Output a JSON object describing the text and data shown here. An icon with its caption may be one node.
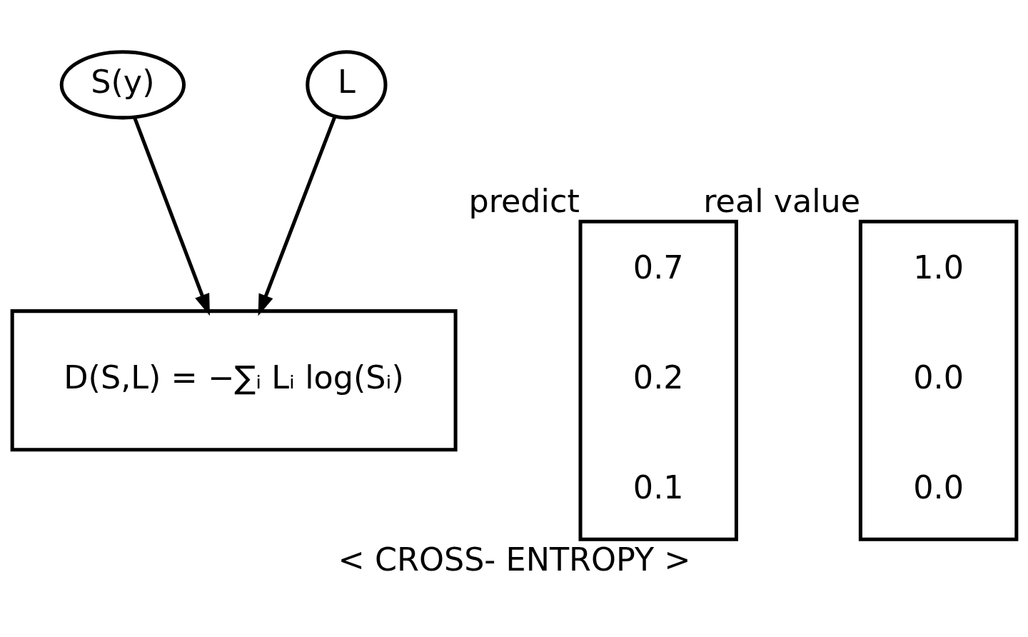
{
  "diagram": {
    "caption": "< CROSS- ENTROPY >",
    "nodes": [
      {
        "text": [
          "S(y)"
        ]
      },
      {
        "text": [
          "0.7",
          "0.2",
          "0.1"
        ],
        "beside": [
          "predict"
        ]
      },
      {
        "text": [
          "D(S,L) = −∑ᵢ Lᵢ log(Sᵢ)"
        ]
      },
      {
        "text": [
          "L"
        ]
      },
      {
        "text": [
          "1.0",
          "0.0",
          "0.0"
        ],
        "beside": [
          "real value"
        ]
      }
    ],
    "edges": [
      {
        "from": 0,
        "to": 2,
        "arrow": "to"
      },
      {
        "from": 3,
        "to": 2,
        "arrow": "to"
      }
    ]
  }
}
